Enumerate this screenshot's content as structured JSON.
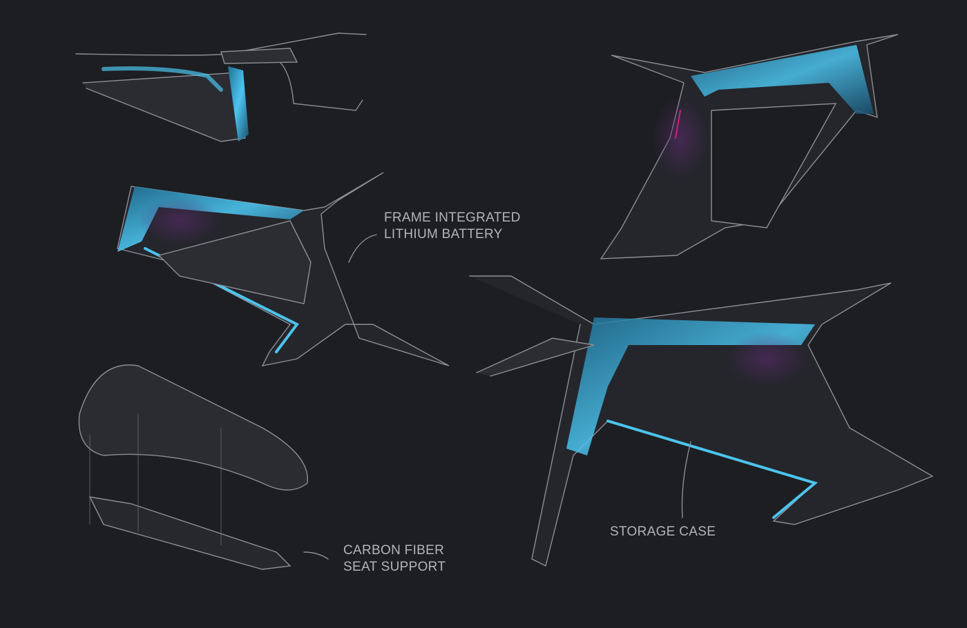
{
  "annotations": {
    "battery": {
      "line1": "FRAME INTEGRATED",
      "line2": "LITHIUM BATTERY"
    },
    "seat": {
      "line1": "CARBON FIBER",
      "line2": "SEAT SUPPORT"
    },
    "storage": {
      "line1": "STORAGE CASE"
    }
  },
  "colors": {
    "background": "#1d1e22",
    "accent": "#3fb8e6",
    "label": "#b4b4b6",
    "magenta": "#d0207a"
  }
}
